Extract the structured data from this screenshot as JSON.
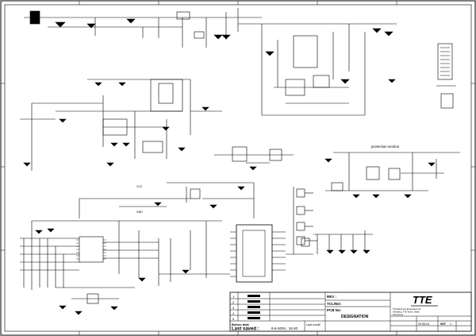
{
  "title_block": {
    "logo": "TTE",
    "company_lines": [
      "TTE Electronic Enterprises Ltd.",
      "8 Building, TTE Tower, Shatin",
      "Hong Kong"
    ],
    "designation_label": "DESIGNATION",
    "designation_value": "",
    "rev_label": "REV :",
    "tv_label": "TCL/NO:",
    "pcb_label": "PCB No:",
    "last_saved_label": "Last saved :",
    "last_saved_value": "6-6-2004 , 16:40",
    "last_modified_label": "Last modif",
    "before_label": "Before date",
    "sheet_label": "SHT",
    "sheet_value": "1",
    "date_value": "03-06-04",
    "revision_rows": [
      "1",
      "2",
      "3",
      "4",
      "5"
    ]
  },
  "labels": {
    "protection": "protection section",
    "ground": "GND",
    "vcc": "VCC"
  }
}
